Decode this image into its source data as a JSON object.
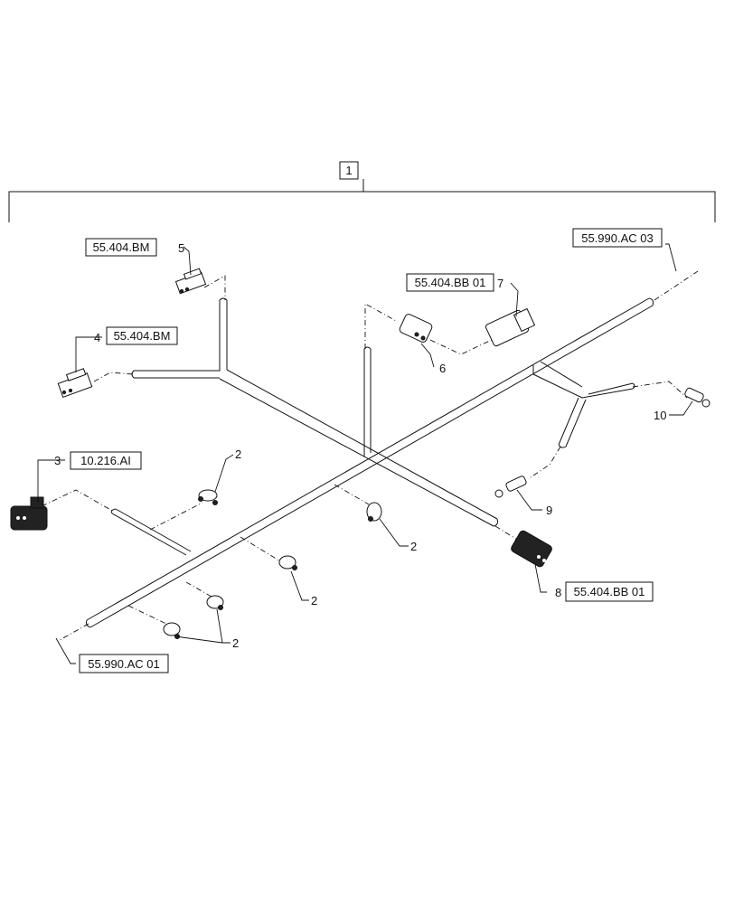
{
  "assembly": {
    "callout": "1"
  },
  "refs": {
    "ref_5": "55.404.BM",
    "ref_4": "55.404.BM",
    "ref_7": "55.404.BB 01",
    "ref_3": "10.216.AI",
    "ref_8": "55.404.BB 01",
    "ref_ac03": "55.990.AC 03",
    "ref_ac01": "55.990.AC 01"
  },
  "callouts": {
    "c2a": "2",
    "c2b": "2",
    "c2c": "2",
    "c2d": "2",
    "c3": "3",
    "c4": "4",
    "c5": "5",
    "c6": "6",
    "c7": "7",
    "c8": "8",
    "c9": "9",
    "c10": "10"
  }
}
